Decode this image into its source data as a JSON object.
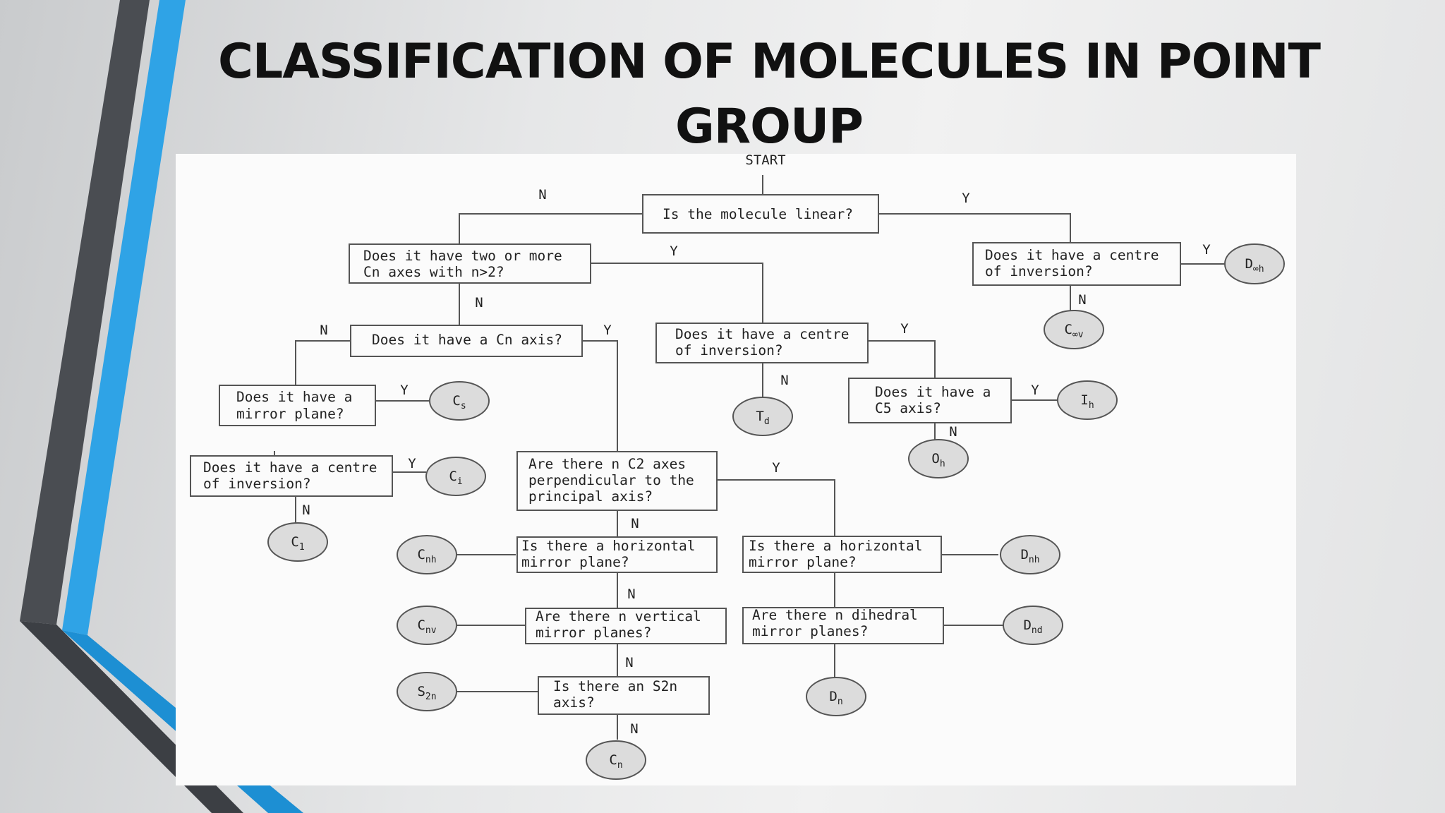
{
  "slide": {
    "title_line1": "CLASSIFICATION OF MOLECULES IN POINT",
    "title_line2": "GROUP"
  },
  "flowchart": {
    "start": "START",
    "questions": {
      "linear": [
        "Is the molecule linear?"
      ],
      "two_cn": [
        "Does it have two or more",
        "Cn axes with n>2?"
      ],
      "inv_linear": [
        "Does it have a centre",
        "of inversion?"
      ],
      "cn_axis": [
        "Does it have a Cn axis?"
      ],
      "inv_td": [
        "Does it have a centre",
        "of inversion?"
      ],
      "mirror": [
        "Does it have a",
        "mirror plane?"
      ],
      "c5": [
        "Does it have a",
        "C5 axis?"
      ],
      "inv_low": [
        "Does it have a centre",
        "of inversion?"
      ],
      "c2_perp": [
        "Are there n C2 axes",
        "perpendicular to the",
        "principal axis?"
      ],
      "horiz_c": [
        "Is there a horizontal",
        "mirror plane?"
      ],
      "horiz_d": [
        "Is there a horizontal",
        "mirror plane?"
      ],
      "vertical": [
        "Are there n vertical",
        "mirror planes?"
      ],
      "dihedral": [
        "Are there n dihedral",
        "mirror planes?"
      ],
      "s2n": [
        "Is there an S2n",
        "axis?"
      ]
    },
    "point_groups": {
      "d_inf_h": [
        "D",
        "∞h"
      ],
      "c_inf_v": [
        "C",
        "∞v"
      ],
      "cs": [
        "C",
        "s"
      ],
      "td": [
        "T",
        "d"
      ],
      "ih": [
        "I",
        "h"
      ],
      "oh": [
        "O",
        "h"
      ],
      "ci": [
        "C",
        "i"
      ],
      "c1": [
        "C",
        "1"
      ],
      "cnh": [
        "C",
        "nh"
      ],
      "dnh": [
        "D",
        "nh"
      ],
      "cnv": [
        "C",
        "nv"
      ],
      "dnd": [
        "D",
        "nd"
      ],
      "s2n": [
        "S",
        "2n"
      ],
      "dn": [
        "D",
        "n"
      ],
      "cn": [
        "C",
        "n"
      ]
    },
    "branch_labels": {
      "yes": "Y",
      "no": "N"
    }
  }
}
